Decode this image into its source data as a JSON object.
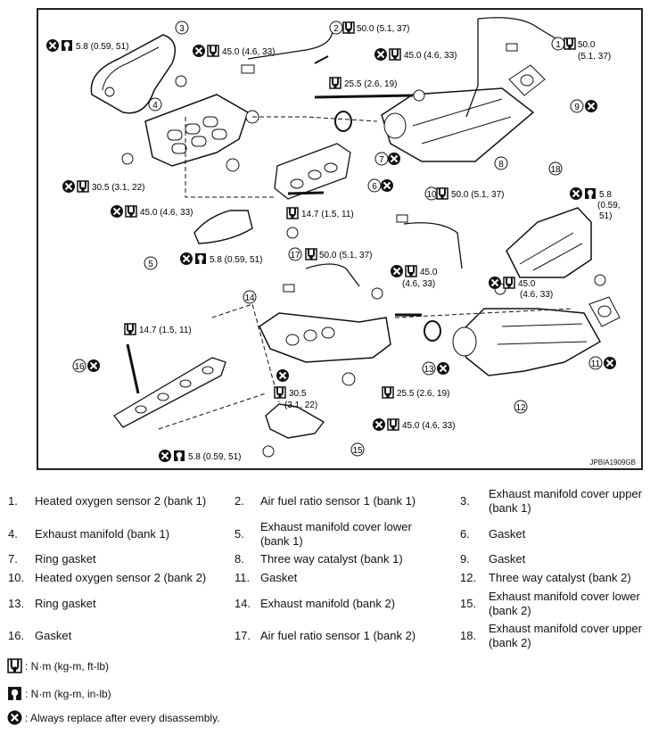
{
  "figure_ref": "JPBIA1909GB",
  "torques": {
    "t1": "50.0 (5.1, 37)",
    "t2": "45.0 (4.6, 33)",
    "t3": "5.8 (0.59, 51)",
    "t4": "25.5 (2.6, 19)",
    "t5": "30.5 (3.1, 22)",
    "t6": "14.7 (1.5, 11)",
    "t7": "45.0",
    "t8": "(4.6, 33)",
    "t9": "30.5",
    "t10": "(3.1, 22)",
    "t11": "5.8",
    "t12": "(0.59,",
    "t13": "51)",
    "t14": "50.0",
    "t15": "(5.1, 37)"
  },
  "callouts": [
    "1",
    "2",
    "3",
    "4",
    "5",
    "6",
    "7",
    "8",
    "9",
    "10",
    "11",
    "12",
    "13",
    "14",
    "15",
    "16",
    "17",
    "18"
  ],
  "parts": [
    {
      "num": "1.",
      "name": "Heated oxygen sensor 2 (bank 1)"
    },
    {
      "num": "2.",
      "name": "Air fuel ratio sensor 1 (bank 1)"
    },
    {
      "num": "3.",
      "name": "Exhaust manifold cover upper (bank 1)"
    },
    {
      "num": "4.",
      "name": "Exhaust manifold (bank 1)"
    },
    {
      "num": "5.",
      "name": "Exhaust manifold cover lower (bank 1)"
    },
    {
      "num": "6.",
      "name": "Gasket"
    },
    {
      "num": "7.",
      "name": "Ring gasket"
    },
    {
      "num": "8.",
      "name": "Three way catalyst (bank 1)"
    },
    {
      "num": "9.",
      "name": "Gasket"
    },
    {
      "num": "10.",
      "name": "Heated oxygen sensor 2 (bank 2)"
    },
    {
      "num": "11.",
      "name": "Gasket"
    },
    {
      "num": "12.",
      "name": "Three way catalyst (bank 2)"
    },
    {
      "num": "13.",
      "name": "Ring gasket"
    },
    {
      "num": "14.",
      "name": "Exhaust manifold (bank 2)"
    },
    {
      "num": "15.",
      "name": "Exhaust manifold cover lower (bank 2)"
    },
    {
      "num": "16.",
      "name": "Gasket"
    },
    {
      "num": "17.",
      "name": "Air fuel ratio sensor 1 (bank 2)"
    },
    {
      "num": "18.",
      "name": "Exhaust manifold cover upper (bank 2)"
    }
  ],
  "legend": {
    "ftlb": ": N·m (kg-m, ft-lb)",
    "inlb": ": N·m (kg-m, in-lb)",
    "replace": ": Always replace after every disassembly."
  }
}
